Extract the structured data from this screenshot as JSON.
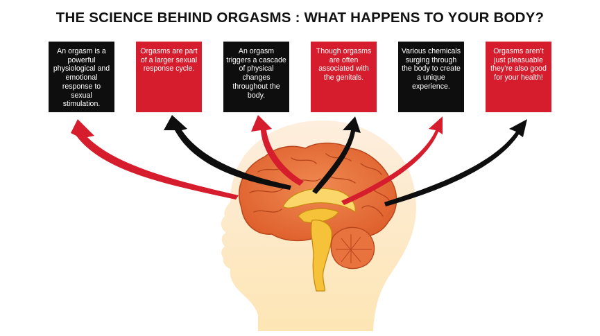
{
  "title": "THE SCIENCE BEHIND ORGASMS : WHAT HAPPENS TO YOUR BODY?",
  "cards": [
    {
      "text": "An orgasm is a powerful physiological and emotional response to sexual stimulation.",
      "color": "#0e0e0e"
    },
    {
      "text": "Orgasms are part of a larger sexual response cycle.",
      "color": "#d51d2d"
    },
    {
      "text": "An orgasm triggers a cascade of physical changes throughout the body.",
      "color": "#0e0e0e"
    },
    {
      "text": "Though orgasms are often associated with the genitals.",
      "color": "#d51d2d"
    },
    {
      "text": "Various chemicals surging through the body to create a unique experience.",
      "color": "#0e0e0e"
    },
    {
      "text": "Orgasms aren’t just pleasuable they’re also good for your health!",
      "color": "#d51d2d"
    }
  ],
  "colors": {
    "red": "#d51d2d",
    "black": "#0e0e0e",
    "skin": "#fde8c7",
    "brain": "#e9733f",
    "brainstem": "#f6c23a"
  },
  "icons": [
    "head-silhouette-icon",
    "brain-icon",
    "arrow-icon"
  ]
}
